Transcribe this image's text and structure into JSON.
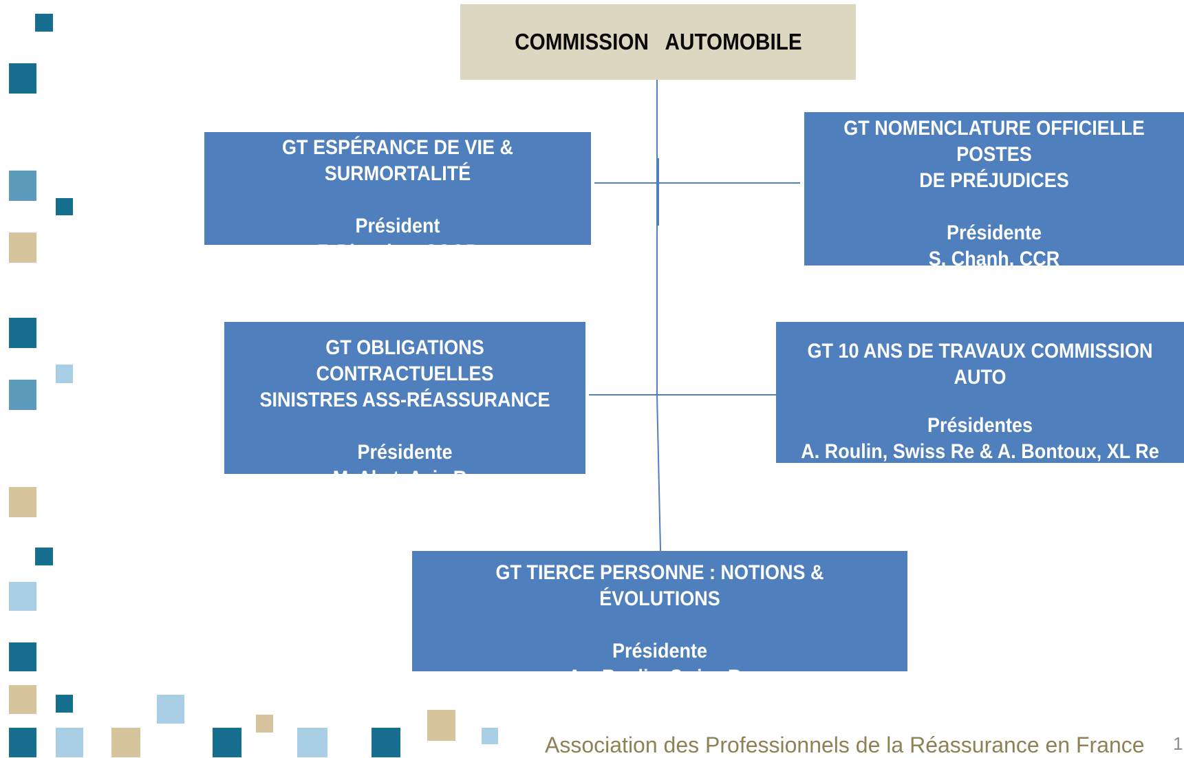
{
  "root": {
    "label": "COMMISSION   AUTOMOBILE"
  },
  "groups": [
    {
      "title_lines": [
        "GT ESPÉRANCE DE VIE & SURMORTALITÉ"
      ],
      "role": "Président",
      "name": "F. Blanchet, SCOR"
    },
    {
      "title_lines": [
        "GT NOMENCLATURE OFFICIELLE POSTES",
        "DE PRÉJUDICES"
      ],
      "role": "Présidente",
      "name": "S. Chanh, CCR"
    },
    {
      "title_lines": [
        "GT OBLIGATIONS CONTRACTUELLES",
        "SINISTRES  ASS-RÉASSURANCE"
      ],
      "role": "Présidente",
      "name": "M. Abat, Axis Re"
    },
    {
      "title_lines": [
        "GT 10 ANS DE TRAVAUX COMMISSION AUTO"
      ],
      "role": "Présidentes",
      "name": "A. Roulin, Swiss Re  &  A. Bontoux, XL Re"
    },
    {
      "title_lines": [
        "GT TIERCE PERSONNE : NOTIONS & ÉVOLUTIONS"
      ],
      "role": "Présidente",
      "name": "A.   Roulin, Swiss Re"
    }
  ],
  "footer": {
    "text": "Association des Professionnels de la Réassurance en France",
    "page": "1"
  },
  "colors": {
    "box_fill": "#4f7fbc",
    "root_fill": "#dcd7c1",
    "line": "#4f7fbc",
    "footer_text": "#8d8156"
  }
}
